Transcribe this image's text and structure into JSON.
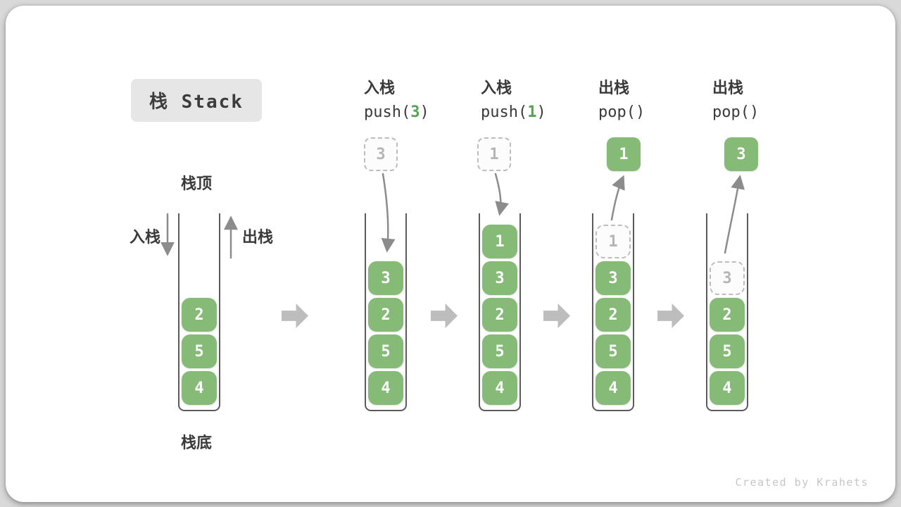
{
  "title_badge": "栈 Stack",
  "watermark": "Created by Krahets",
  "side_labels": {
    "stack_top": "栈顶",
    "stack_bottom": "栈底",
    "push_label": "入栈",
    "pop_label": "出栈"
  },
  "operations": [
    {
      "cn": "入栈",
      "code_pre": "push(",
      "arg": "3",
      "code_post": ")"
    },
    {
      "cn": "入栈",
      "code_pre": "push(",
      "arg": "1",
      "code_post": ")"
    },
    {
      "cn": "出栈",
      "code_pre": "pop(",
      "arg": "",
      "code_post": ")"
    },
    {
      "cn": "出栈",
      "code_pre": "pop(",
      "arg": "",
      "code_post": ")"
    }
  ],
  "floating_cards": [
    {
      "value": "3",
      "style": "dashed"
    },
    {
      "value": "1",
      "style": "dashed"
    },
    {
      "value": "1",
      "style": "green"
    },
    {
      "value": "3",
      "style": "green"
    }
  ],
  "stacks": [
    {
      "cells": [
        {
          "v": "2"
        },
        {
          "v": "5"
        },
        {
          "v": "4"
        }
      ]
    },
    {
      "cells": [
        {
          "v": "3"
        },
        {
          "v": "2"
        },
        {
          "v": "5"
        },
        {
          "v": "4"
        }
      ]
    },
    {
      "cells": [
        {
          "v": "1"
        },
        {
          "v": "3"
        },
        {
          "v": "2"
        },
        {
          "v": "5"
        },
        {
          "v": "4"
        }
      ]
    },
    {
      "cells": [
        {
          "v": "1",
          "ghost": true
        },
        {
          "v": "3"
        },
        {
          "v": "2"
        },
        {
          "v": "5"
        },
        {
          "v": "4"
        }
      ]
    },
    {
      "cells": [
        {
          "v": "3",
          "ghost": true
        },
        {
          "v": "2"
        },
        {
          "v": "5"
        },
        {
          "v": "4"
        }
      ]
    }
  ],
  "colors": {
    "item_green": "#86BB77",
    "code_arg_green": "#52A352",
    "arrow_gray": "#8C8C8C",
    "step_arrow_gray": "#BDBDBD",
    "ghost_gray": "#BDBDBD",
    "text_dark": "#3B3B3B"
  }
}
